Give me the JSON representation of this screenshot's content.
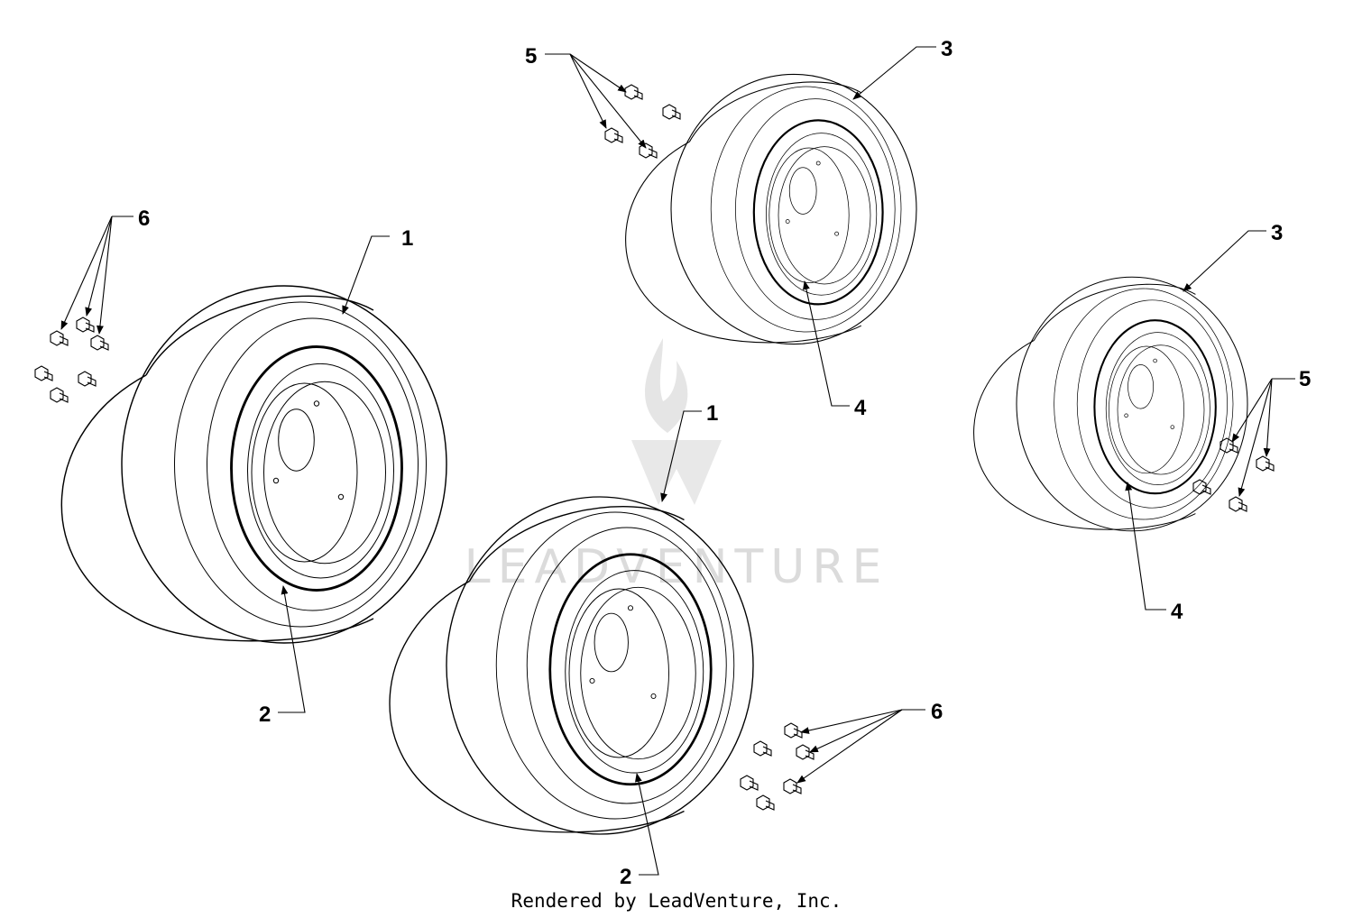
{
  "diagram": {
    "watermark": "LEADVENTURE",
    "footer": "Rendered by LeadVenture, Inc.",
    "callouts": {
      "tire_left": "1",
      "tire_center": "1",
      "rim_left": "2",
      "rim_center": "2",
      "tire_top": "3",
      "tire_right": "3",
      "rim_top": "4",
      "rim_right": "4",
      "bolts_top": "5",
      "bolts_right": "5",
      "bolts_left": "6",
      "bolts_bottom": "6"
    }
  }
}
